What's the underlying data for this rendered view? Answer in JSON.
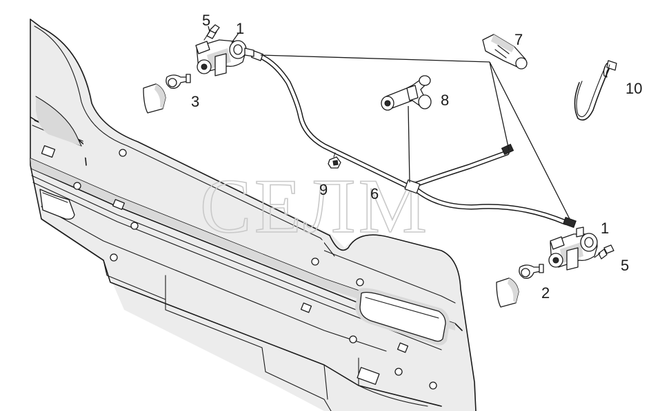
{
  "watermark": "СЕЛМ",
  "callouts": [
    {
      "id": "c1a",
      "text": "1"
    },
    {
      "id": "c5a",
      "text": "5"
    },
    {
      "id": "c3",
      "text": "3"
    },
    {
      "id": "c7",
      "text": "7"
    },
    {
      "id": "c8",
      "text": "8"
    },
    {
      "id": "c10",
      "text": "10"
    },
    {
      "id": "c9",
      "text": "9"
    },
    {
      "id": "c6",
      "text": "6"
    },
    {
      "id": "c1b",
      "text": "1"
    },
    {
      "id": "c5b",
      "text": "5"
    },
    {
      "id": "c2",
      "text": "2"
    }
  ]
}
